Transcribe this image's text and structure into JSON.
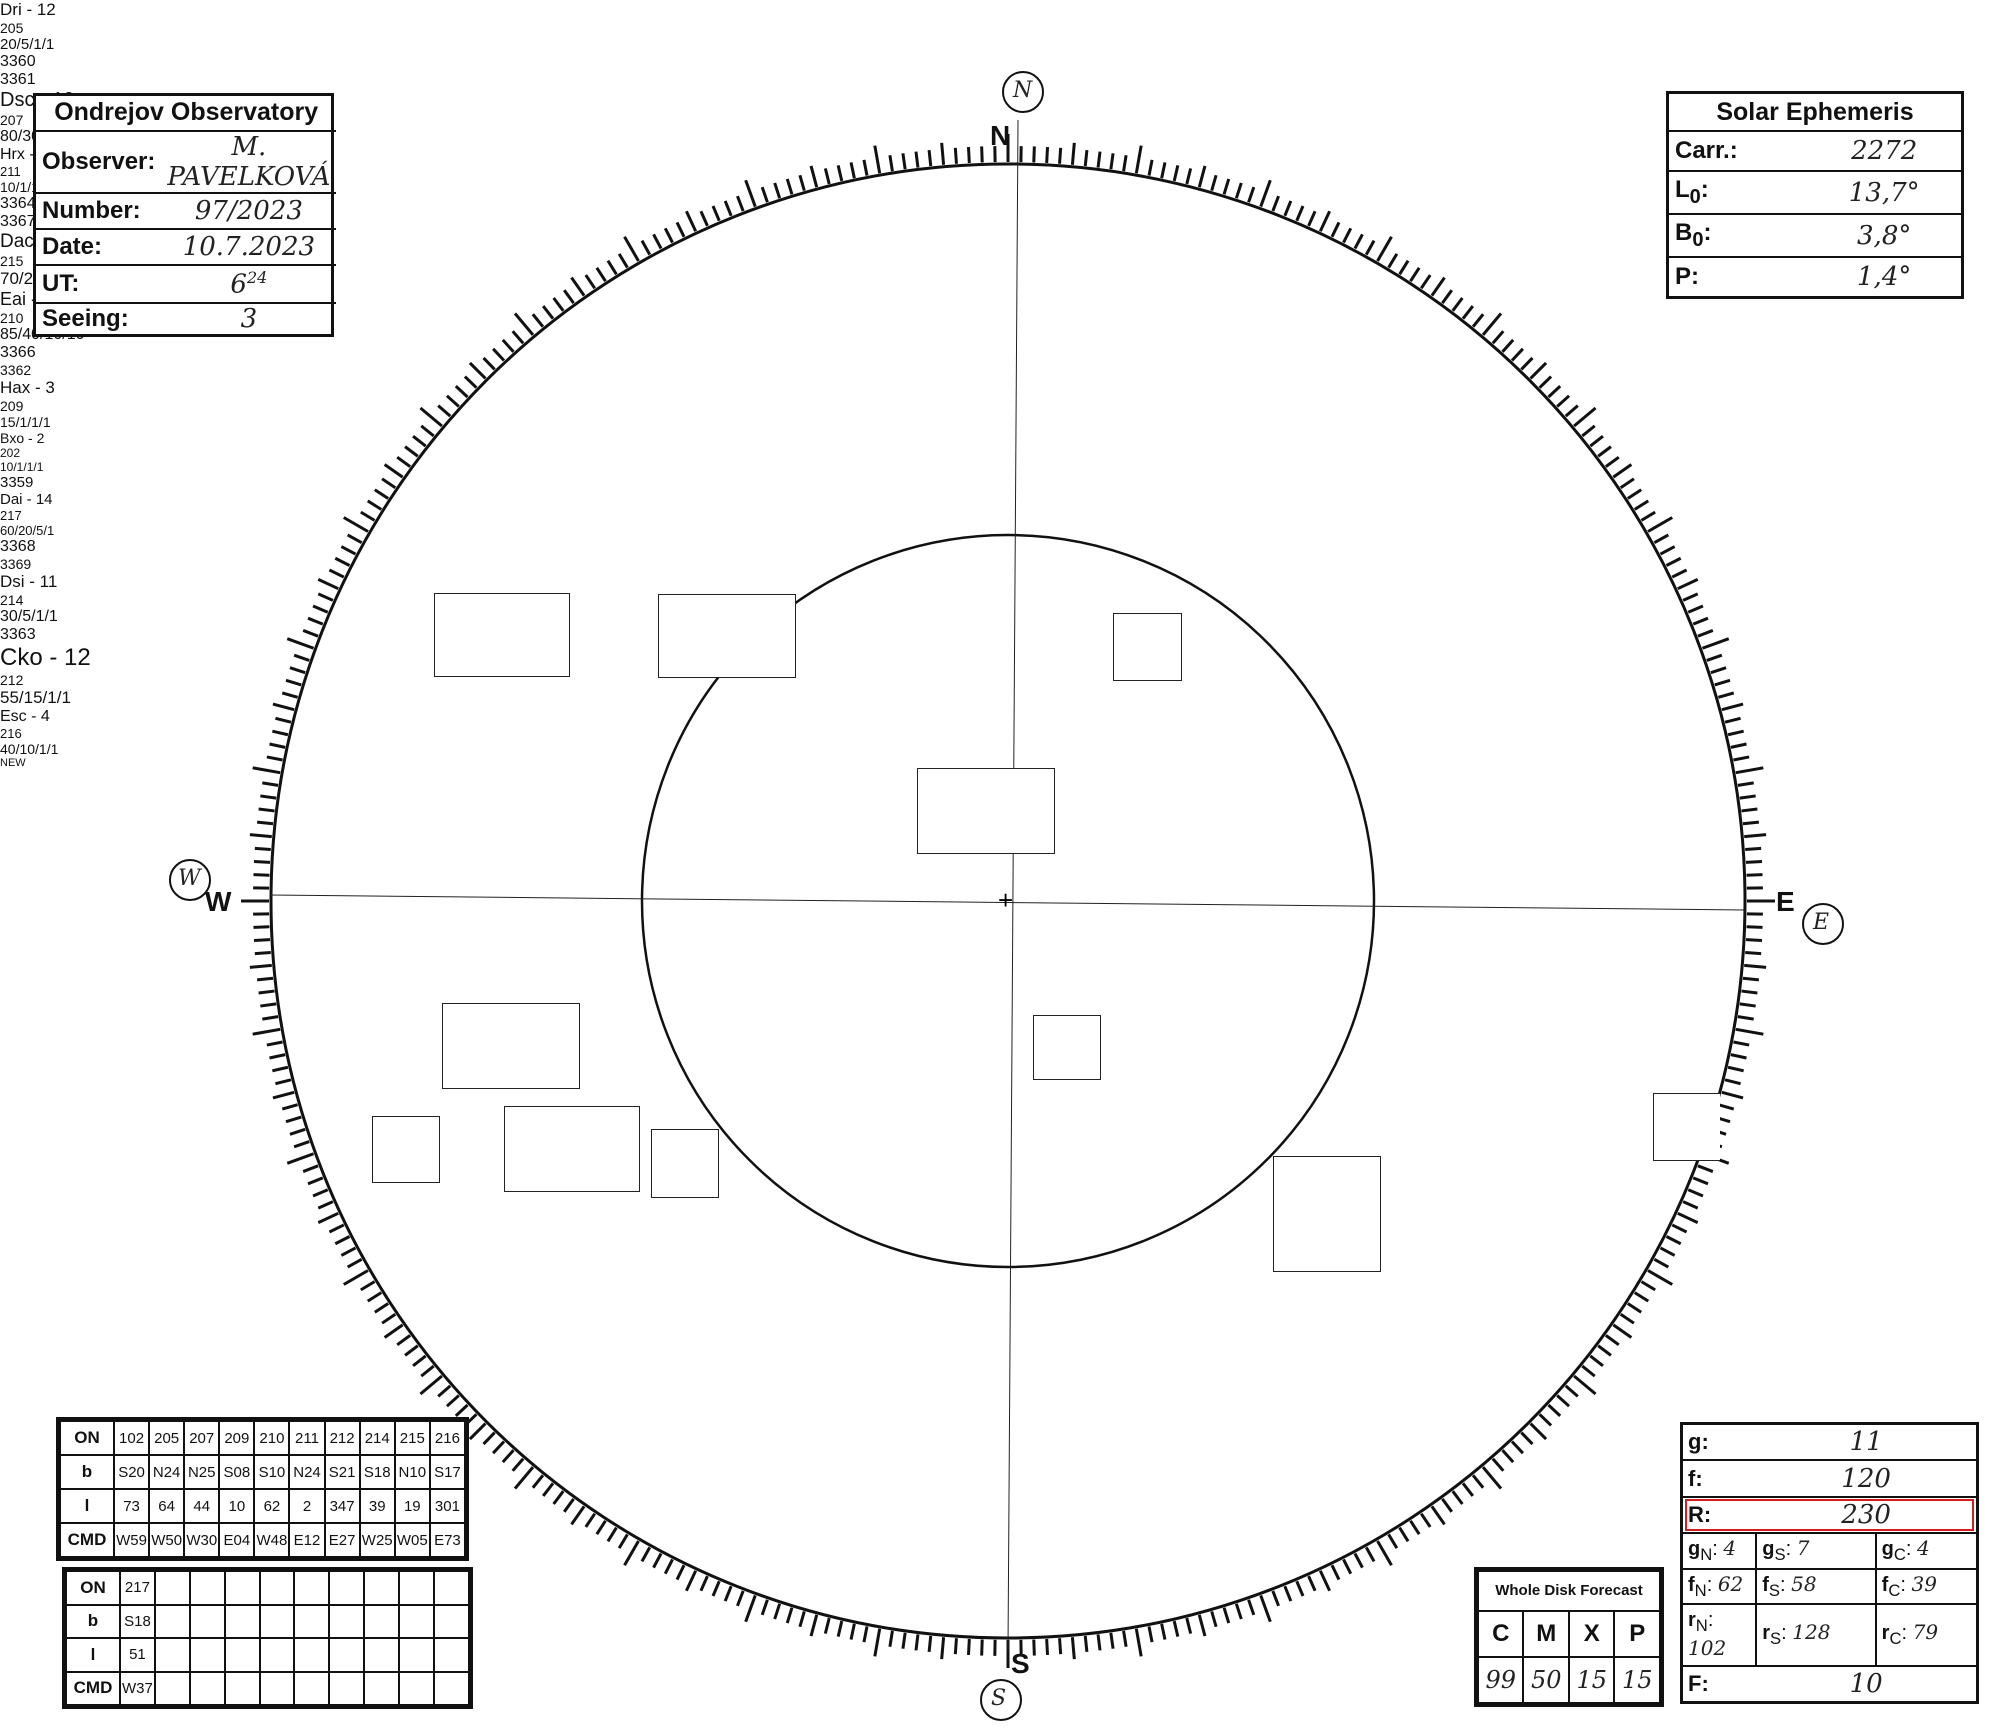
{
  "observatory": {
    "title": "Ondrejov Observatory",
    "observer_label": "Observer:",
    "observer": "M. PAVELKOVÁ",
    "number_label": "Number:",
    "number": "97/2023",
    "date_label": "Date:",
    "date": "10.7.2023",
    "ut_label": "UT:",
    "ut": "6",
    "ut_sup": "24",
    "seeing_label": "Seeing:",
    "seeing": "3"
  },
  "ephemeris": {
    "title": "Solar Ephemeris",
    "carr_label": "Carr.:",
    "carr": "2272",
    "l0_label": "L",
    "l0_sub": "0",
    "l0_colon": ":",
    "l0": "13,7°",
    "b0_label": "B",
    "b0_sub": "0",
    "b0_colon": ":",
    "b0": "3,8°",
    "p_label": "P:",
    "p": "1,4°"
  },
  "compass": {
    "n": "N",
    "s": "S",
    "e": "E",
    "w": "W",
    "n_circle": "N",
    "s_circle": "S",
    "e_circle": "E",
    "w_circle": "W"
  },
  "groups_table_1": {
    "rows": [
      {
        "label": "ON",
        "values": [
          "102",
          "205",
          "207",
          "209",
          "210",
          "211",
          "212",
          "214",
          "215",
          "216"
        ]
      },
      {
        "label": "b",
        "values": [
          "S20",
          "N24",
          "N25",
          "S08",
          "S10",
          "N24",
          "S21",
          "S18",
          "N10",
          "S17"
        ]
      },
      {
        "label": "l",
        "values": [
          "73",
          "64",
          "44",
          "10",
          "62",
          "2",
          "347",
          "39",
          "19",
          "301"
        ]
      },
      {
        "label": "CMD",
        "values": [
          "W59",
          "W50",
          "W30",
          "E04",
          "W48",
          "E12",
          "E27",
          "W25",
          "W05",
          "E73"
        ]
      }
    ]
  },
  "groups_table_2": {
    "rows": [
      {
        "label": "ON",
        "values": [
          "217",
          "",
          "",
          "",
          "",
          "",
          "",
          "",
          "",
          ""
        ]
      },
      {
        "label": "b",
        "values": [
          "S18",
          "",
          "",
          "",
          "",
          "",
          "",
          "",
          "",
          ""
        ]
      },
      {
        "label": "l",
        "values": [
          "51",
          "",
          "",
          "",
          "",
          "",
          "",
          "",
          "",
          ""
        ]
      },
      {
        "label": "CMD",
        "values": [
          "W37",
          "",
          "",
          "",
          "",
          "",
          "",
          "",
          "",
          ""
        ]
      }
    ]
  },
  "forecast": {
    "title": "Whole Disk Forecast",
    "classes": [
      "C",
      "M",
      "X",
      "P"
    ],
    "values": [
      "99",
      "50",
      "15",
      "15"
    ]
  },
  "stats": {
    "g_label": "g:",
    "g": "11",
    "f_label": "f:",
    "f": "120",
    "r_label": "R:",
    "r": "230",
    "gn_label": "g",
    "gn_sub": "N",
    "gn": "4",
    "gs_label": "g",
    "gs_sub": "S",
    "gs": "7",
    "gc_label": "g",
    "gc_sub": "C",
    "gc": "4",
    "fn_label": "f",
    "fn_sub": "N",
    "fn": "62",
    "fs_label": "f",
    "fs_sub": "S",
    "fs": "58",
    "fc_label": "f",
    "fc_sub": "C",
    "fc": "39",
    "rn_label": "r",
    "rn_sub": "N",
    "rn": "102",
    "rs_label": "r",
    "rs_sub": "S",
    "rs": "128",
    "rc_label": "r",
    "rc_sub": "C",
    "rc": "79",
    "F_label": "F:",
    "F": "10",
    "highlight_color": "#d21e1e"
  },
  "spot_groups": [
    {
      "noaa": "3360",
      "class": "Dri - 12",
      "num": "205",
      "code": "20/5/1/1"
    },
    {
      "noaa": "3361",
      "class": "Dsc - 19",
      "num": "207",
      "code": "80/30/5/1"
    },
    {
      "noaa": "3364",
      "class": "Hrx - 1",
      "num": "211",
      "code": "10/1/1/1"
    },
    {
      "noaa": "3367",
      "class": "Dac - 30",
      "num": "215",
      "code": "70/20/5/5"
    },
    {
      "noaa": "3366",
      "class": "Eai - 12",
      "num": "210",
      "code": "85/40/10/10"
    },
    {
      "noaa": "3362",
      "class": "Hax - 3",
      "num": "209",
      "code": "15/1/1/1"
    },
    {
      "noaa": "3359",
      "class": "Bxo - 2",
      "num": "202",
      "code": "10/1/1/1"
    },
    {
      "noaa": "3368",
      "class": "Dai - 14",
      "num": "217",
      "code": "60/20/5/1"
    },
    {
      "noaa": "3369",
      "class": "Dsi - 11",
      "num": "214",
      "code": "30/5/1/1"
    },
    {
      "noaa": "3363",
      "class": "Cko - 12",
      "num": "212",
      "code": "55/15/1/1"
    },
    {
      "noaa": "",
      "class": "Esc - 4",
      "num": "216",
      "code": "40/10/1/1",
      "note": "NEW"
    }
  ]
}
